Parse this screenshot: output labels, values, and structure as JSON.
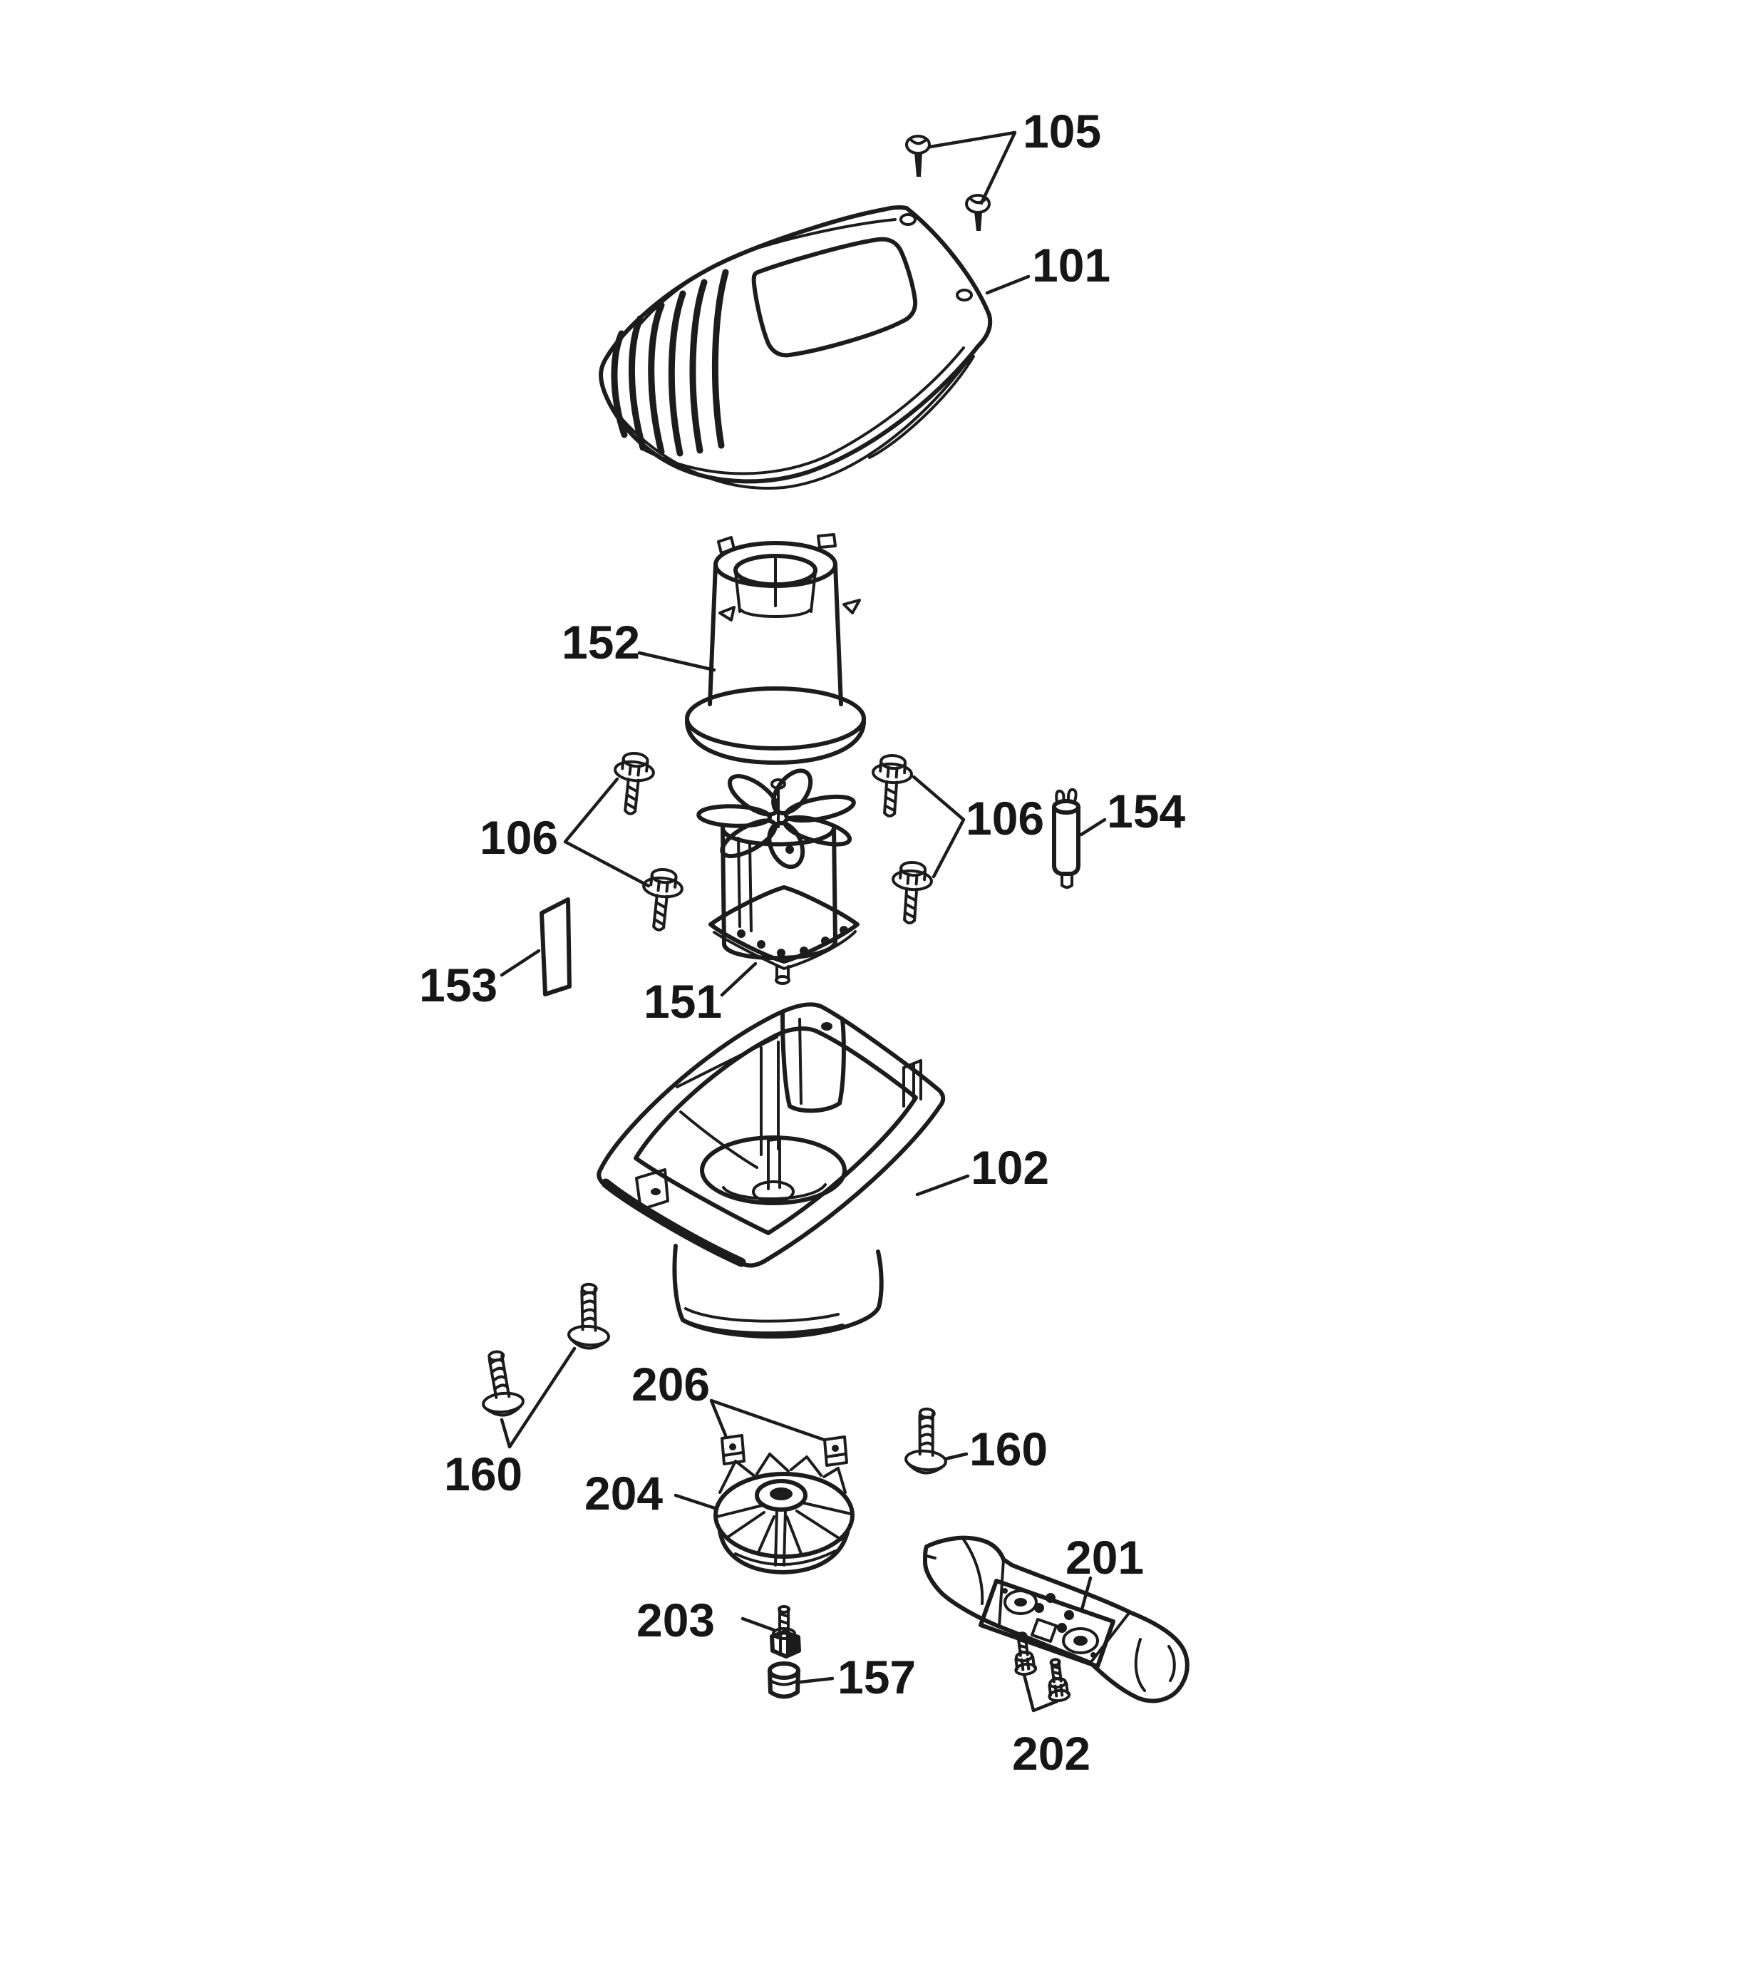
{
  "page": {
    "background": "#ffffff",
    "ink": "#1c1c1c",
    "kind": "exploded-parts-diagram"
  },
  "callouts": [
    {
      "text": "105"
    },
    {
      "text": "101"
    },
    {
      "text": "152"
    },
    {
      "text": "106"
    },
    {
      "text": "154"
    },
    {
      "text": "153"
    },
    {
      "text": "151"
    },
    {
      "text": "106"
    },
    {
      "text": "102"
    },
    {
      "text": "206"
    },
    {
      "text": "160"
    },
    {
      "text": "160"
    },
    {
      "text": "204"
    },
    {
      "text": "201"
    },
    {
      "text": "203"
    },
    {
      "text": "157"
    },
    {
      "text": "202"
    }
  ]
}
